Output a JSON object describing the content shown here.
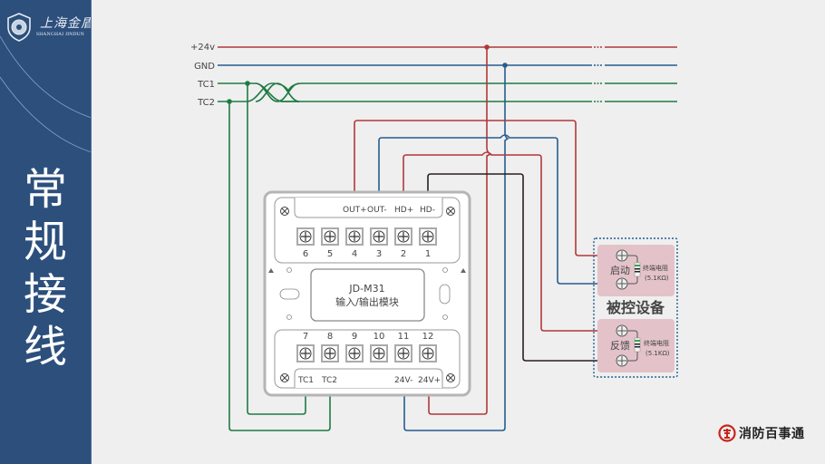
{
  "sidebar": {
    "logo": {
      "name_cn": "上海金盾",
      "name_en": "SHANGHAI  JINDUN"
    },
    "title_chars": [
      "常",
      "规",
      "接",
      "线"
    ]
  },
  "bus": {
    "lines": [
      {
        "label": "+24v",
        "color": "#b2373a"
      },
      {
        "label": "GND",
        "color": "#245d8f"
      },
      {
        "label": "TC1",
        "color": "#1f7a45"
      },
      {
        "label": "TC2",
        "color": "#1f7a45"
      }
    ]
  },
  "module": {
    "model": "JD-M31",
    "name": "输入/输出模块",
    "top_terminal_labels": [
      "OUT+",
      "OUT-",
      "HD+",
      "HD-"
    ],
    "top_terminal_numbers": [
      "6",
      "5",
      "4",
      "3",
      "2",
      "1"
    ],
    "bottom_terminal_numbers": [
      "7",
      "8",
      "9",
      "10",
      "11",
      "12"
    ],
    "bottom_terminal_labels": [
      "TC1",
      "TC2",
      "24V-",
      "24V+"
    ]
  },
  "controlled_device": {
    "title": "被控设备",
    "start_label": "启动",
    "feedback_label": "反馈",
    "resistor_label": "终端电阻",
    "resistor_value": "(5.1KΩ)"
  },
  "wire_colors": {
    "red": "#b2373a",
    "blue": "#245d8f",
    "green": "#1f7a45",
    "black": "#2a1f1f"
  },
  "brand": {
    "text": "消防百事通",
    "color": "#c9241c"
  }
}
